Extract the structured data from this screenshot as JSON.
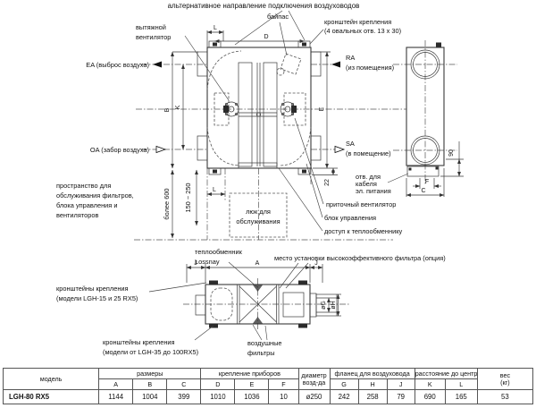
{
  "colors": {
    "line": "#3a3a3a",
    "text": "#111111",
    "background": "#ffffff"
  },
  "diagram": {
    "top": {
      "alt_direction": "альтернативное направление подключения воздуховодов",
      "bypass": "байпас",
      "bracket_line1": "кронштейн крепления",
      "bracket_line2": "(4 овальных отв. 13 х 30)",
      "exhaust_fan_line1": "вытяжной",
      "exhaust_fan_line2": "вентилятор"
    },
    "left": {
      "ea": "EA (выброс воздуха)",
      "oa": "OA (забор воздуха)",
      "space_line1": "пространство для",
      "space_line2": "обслуживания фильтров,",
      "space_line3": "блока управления и",
      "space_line4": "вентиляторов",
      "more600": "более 600",
      "range150": "150 ~ 250"
    },
    "right": {
      "ra1": "RA",
      "ra2": "(из помещения)",
      "sa1": "SA",
      "sa2": "(в помещение)",
      "cable_line1": "отв. для",
      "cable_line2": "кабеля",
      "cable_line3": "эл. питания",
      "supply_fan": "приточный вентилятор",
      "control_block": "блок управления",
      "hx_access": "доступ к теплообменнику",
      "dim90": "90",
      "dim22": "22"
    },
    "center": {
      "hatch_line1": "люк для",
      "hatch_line2": "обслуживания"
    },
    "bottom": {
      "hx1": "теплообменник",
      "hx2": "Lossnay",
      "filter_place": "место установки высокоэффективного фильтра (опция)",
      "brackets_small_1": "кронштейны крепления",
      "brackets_small_2": "(модели LGH-15 и 25 RX5)",
      "brackets_big_1": "кронштейны крепления",
      "brackets_big_2": "(модели от LGH-35 до 100RX5)",
      "filters1": "воздушные",
      "filters2": "фильтры"
    },
    "dims": {
      "A": "A",
      "B": "B",
      "C": "C",
      "D": "D",
      "E": "E",
      "F": "F",
      "J": "J",
      "K": "K",
      "L": "L",
      "G": "øG",
      "H": "øH"
    }
  },
  "table": {
    "headers": {
      "model": "модель",
      "sizes": "размеры",
      "mounting": "крепление приборов",
      "diameter1": "диаметр",
      "diameter2": "возд-да",
      "flange": "фланец для воздуховода",
      "center_dist": "расстояние до центра",
      "weight1": "вес",
      "weight2": "(кг)",
      "cols": [
        "A",
        "B",
        "C",
        "D",
        "E",
        "F",
        "G",
        "H",
        "J",
        "K",
        "L"
      ]
    },
    "row": {
      "model": "LGH-80 RX5",
      "A": "1144",
      "B": "1004",
      "C": "399",
      "D": "1010",
      "E": "1036",
      "F": "10",
      "dia": "ø250",
      "G": "242",
      "H": "258",
      "J": "79",
      "K": "690",
      "L": "165",
      "weight": "53"
    }
  }
}
